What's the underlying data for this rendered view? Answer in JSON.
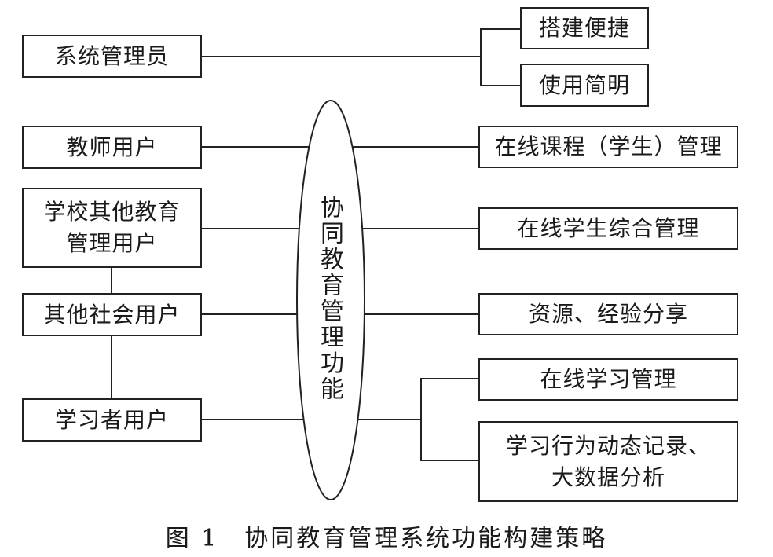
{
  "left_boxes": {
    "admin": "系统管理员",
    "teacher": "教师用户",
    "school_other_line1": "学校其他教育",
    "school_other_line2": "管理用户",
    "society": "其他社会用户",
    "learner": "学习者用户"
  },
  "center": {
    "label": "协同教育管理功能"
  },
  "right_boxes": {
    "easy_build": "搭建便捷",
    "simple_use": "使用简明",
    "course_mgmt": "在线课程（学生）管理",
    "student_mgmt": "在线学生综合管理",
    "resource_share": "资源、经验分享",
    "learning_mgmt": "在线学习管理",
    "behavior_line1": "学习行为动态记录、",
    "behavior_line2": "大数据分析"
  },
  "caption": "图 1　协同教育管理系统功能构建策略"
}
